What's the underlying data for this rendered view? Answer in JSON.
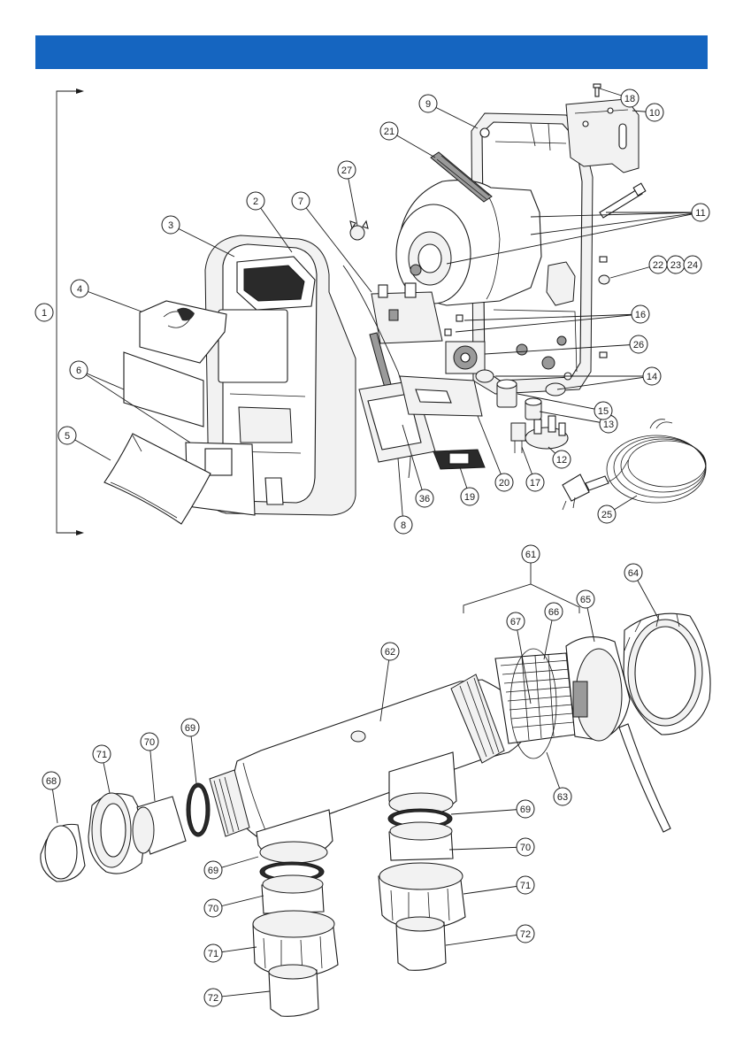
{
  "header": {
    "color": "#1565c0"
  },
  "footer": {
    "text": ""
  },
  "callouts": [
    {
      "id": "1",
      "label": "1"
    },
    {
      "id": "2",
      "label": "2"
    },
    {
      "id": "3",
      "label": "3"
    },
    {
      "id": "4",
      "label": "4"
    },
    {
      "id": "5",
      "label": "5"
    },
    {
      "id": "6",
      "label": "6"
    },
    {
      "id": "7",
      "label": "7"
    },
    {
      "id": "8",
      "label": "8"
    },
    {
      "id": "9",
      "label": "9"
    },
    {
      "id": "10",
      "label": "10"
    },
    {
      "id": "11",
      "label": "11"
    },
    {
      "id": "12",
      "label": "12"
    },
    {
      "id": "13",
      "label": "13"
    },
    {
      "id": "14",
      "label": "14"
    },
    {
      "id": "15",
      "label": "15"
    },
    {
      "id": "16",
      "label": "16"
    },
    {
      "id": "17",
      "label": "17"
    },
    {
      "id": "18",
      "label": "18"
    },
    {
      "id": "19",
      "label": "19"
    },
    {
      "id": "20",
      "label": "20"
    },
    {
      "id": "21",
      "label": "21"
    },
    {
      "id": "22",
      "label": "22"
    },
    {
      "id": "23",
      "label": "23"
    },
    {
      "id": "24",
      "label": "24"
    },
    {
      "id": "25",
      "label": "25"
    },
    {
      "id": "26",
      "label": "26"
    },
    {
      "id": "27",
      "label": "27"
    },
    {
      "id": "36",
      "label": "36"
    },
    {
      "id": "61",
      "label": "61"
    },
    {
      "id": "62",
      "label": "62"
    },
    {
      "id": "63",
      "label": "63"
    },
    {
      "id": "64",
      "label": "64"
    },
    {
      "id": "65",
      "label": "65"
    },
    {
      "id": "66",
      "label": "66"
    },
    {
      "id": "67",
      "label": "67"
    },
    {
      "id": "68",
      "label": "68"
    },
    {
      "id": "69a",
      "label": "69"
    },
    {
      "id": "70a",
      "label": "70"
    },
    {
      "id": "71a",
      "label": "71"
    },
    {
      "id": "69b",
      "label": "69"
    },
    {
      "id": "70b",
      "label": "70"
    },
    {
      "id": "71b",
      "label": "71"
    },
    {
      "id": "72a",
      "label": "72"
    },
    {
      "id": "69c",
      "label": "69"
    },
    {
      "id": "70c",
      "label": "70"
    },
    {
      "id": "71c",
      "label": "71"
    },
    {
      "id": "72b",
      "label": "72"
    }
  ]
}
